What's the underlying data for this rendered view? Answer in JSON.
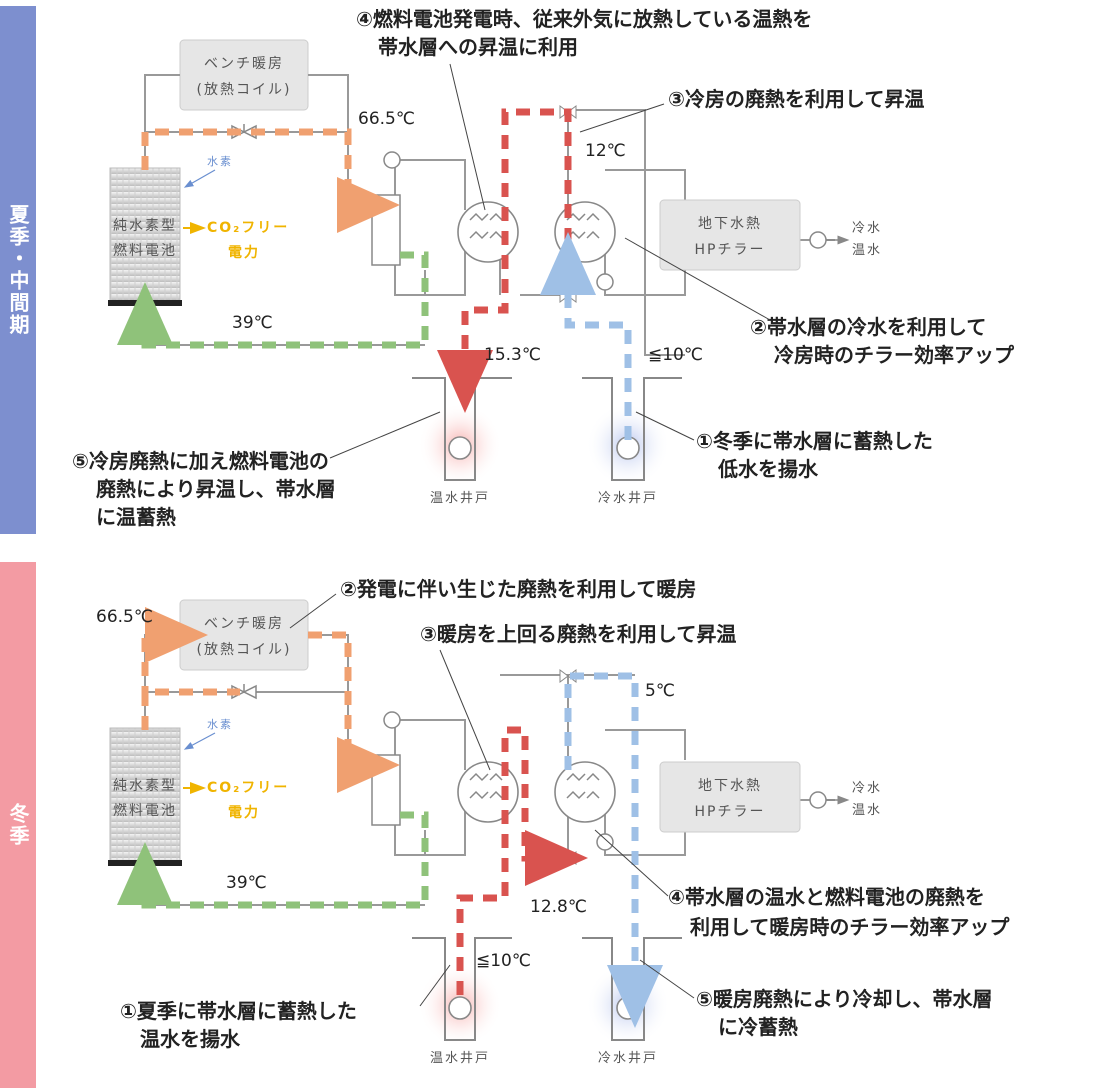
{
  "colors": {
    "summer_bar": "#7d8fcf",
    "winter_bar": "#f39ba3",
    "hot_flow": "#d9534f",
    "warm_flow": "#f0a070",
    "cool_flow": "#9fc0e6",
    "green_flow": "#8fc27a",
    "co2_text": "#f0b400"
  },
  "summer": {
    "season_label": "夏季・中間期",
    "annotations": {
      "a4_line1": "④燃料電池発電時、従来外気に放熱している温熱を",
      "a4_line2": "帯水層への昇温に利用",
      "a3": "③冷房の廃熱を利用して昇温",
      "a2_line1": "②帯水層の冷水を利用して",
      "a2_line2": "冷房時のチラー効率アップ",
      "a1_line1": "①冬季に帯水層に蓄熱した",
      "a1_line2": "低水を揚水",
      "a5_line1": "⑤冷房廃熱に加え燃料電池の",
      "a5_line2": "廃熱により昇温し、帯水層",
      "a5_line3": "に温蓄熱"
    },
    "temps": {
      "t_66": "66.5℃",
      "t_12": "12℃",
      "t_39": "39℃",
      "t_153": "15.3℃",
      "t_10": "≦10℃"
    }
  },
  "winter": {
    "season_label": "冬季",
    "annotations": {
      "a2": "②発電に伴い生じた廃熱を利用して暖房",
      "a3": "③暖房を上回る廃熱を利用して昇温",
      "a4_line1": "④帯水層の温水と燃料電池の廃熱を",
      "a4_line2": "利用して暖房時のチラー効率アップ",
      "a1_line1": "①夏季に帯水層に蓄熱した",
      "a1_line2": "温水を揚水",
      "a5_line1": "⑤暖房廃熱により冷却し、帯水層",
      "a5_line2": "に冷蓄熱"
    },
    "temps": {
      "t_66": "66.5℃",
      "t_5": "5℃",
      "t_39": "39℃",
      "t_128": "12.8℃",
      "t_10": "≦10℃"
    }
  },
  "common": {
    "bench_line1": "ベンチ暖房",
    "bench_line2": "(放熱コイル)",
    "hydrogen": "水素",
    "fc_line1": "純水素型",
    "fc_line2": "燃料電池",
    "co2_line1": "CO₂フリー",
    "co2_line2": "電力",
    "chiller_line1": "地下水熱",
    "chiller_line2": "HPチラー",
    "cold_water": "冷水",
    "hot_water": "温水",
    "warm_well": "温水井戸",
    "cold_well": "冷水井戸"
  }
}
